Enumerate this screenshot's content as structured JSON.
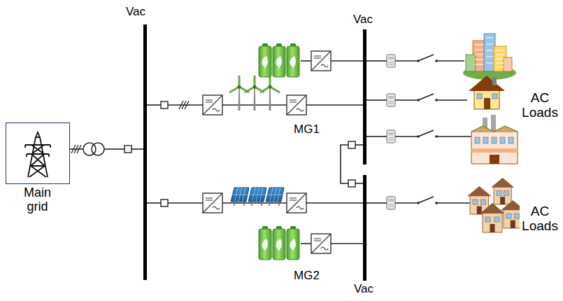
{
  "diagram": {
    "nodes": [
      {
        "text": [
          "Main grid"
        ]
      }
    ],
    "labels": [
      "Vac",
      "Vac",
      "Vac",
      "MG1",
      "MG2",
      "AC Loads",
      "AC Loads"
    ]
  }
}
